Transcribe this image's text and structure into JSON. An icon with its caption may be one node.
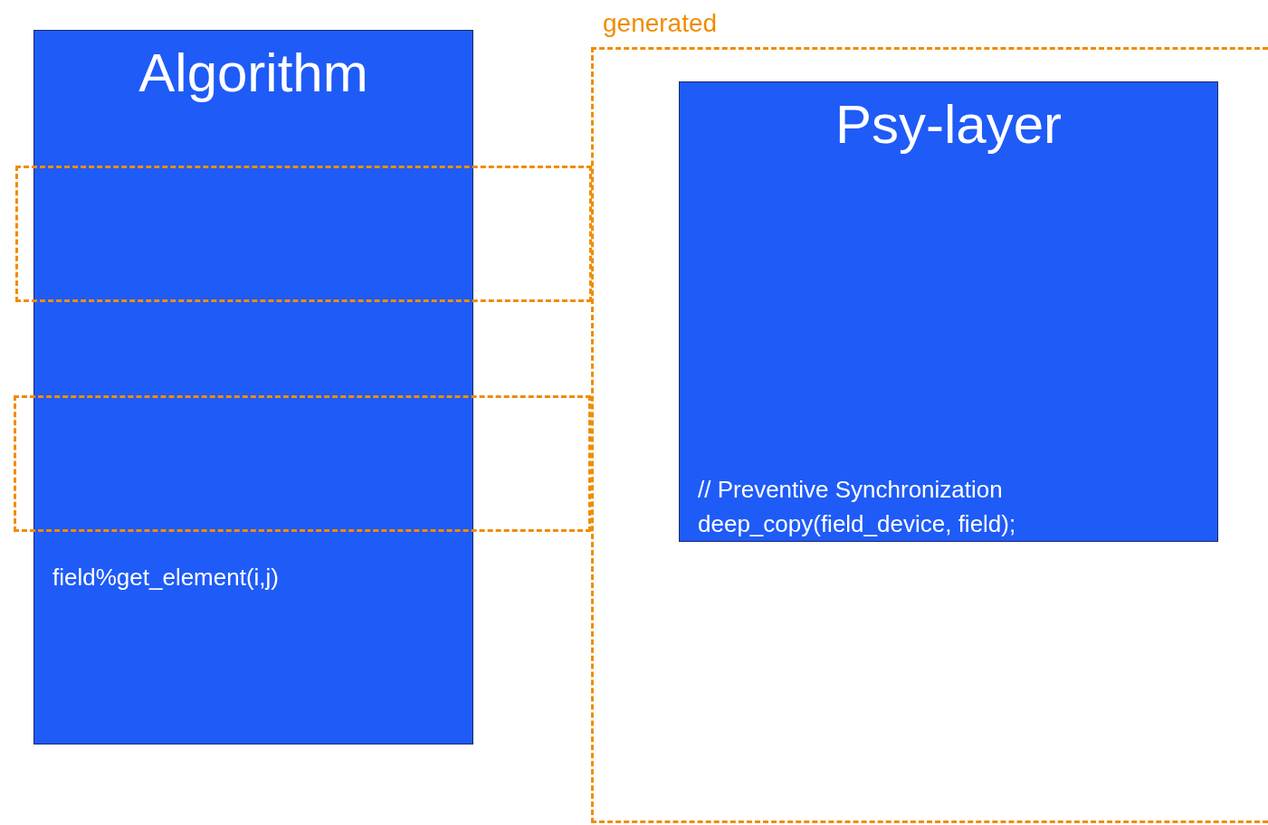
{
  "diagram": {
    "nodes": [
      {
        "text": [
          "generated"
        ]
      },
      {
        "text": [
          "Algorithm",
          "field%get_element(i,j)"
        ]
      },
      {
        "text": [
          "Psy-layer",
          "// Preventive Synchronization deep_copy(field_device, field);"
        ],
        "in": 0
      },
      {
        "text": [],
        "shape": "box"
      },
      {
        "text": [],
        "shape": "box"
      }
    ],
    "edges": []
  }
}
